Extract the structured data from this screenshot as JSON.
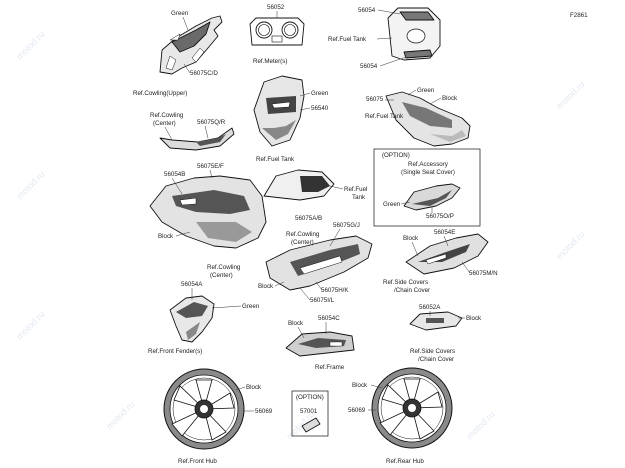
{
  "figure": {
    "code": "F2861",
    "watermark_text": "motod.ru"
  },
  "part_numbers": {
    "p56052": "56052",
    "p56054_top": "56054",
    "p56054_bottom": "56054",
    "p56075c_d": "56075C/D",
    "p56075q_r": "56075Q/R",
    "p56540": "56540",
    "p56075": "56075",
    "p56075e_f": "56075E/F",
    "p56054b": "56054B",
    "p56075a_b": "56075A/B",
    "p56075g_j": "56075G/J",
    "p56075h_k": "56075H/K",
    "p56075i_l": "56075I/L",
    "p56054e": "56054E",
    "p56075m_n": "56075M/N",
    "p56075o_p": "56075O/P",
    "p56054a": "56054A",
    "p56054c": "56054C",
    "p56052a": "56052A",
    "p56069_front": "56069",
    "p56069_rear": "56069",
    "p57001": "57001"
  },
  "color_labels": {
    "green_cowling": "Green",
    "green_fuel_tank": "Green",
    "green_side": "Green",
    "black_side": "Block",
    "green_seat_cover": "Green",
    "black_cowling_center": "Block",
    "black_center_cowling": "Block",
    "black_side_cover": "Block",
    "green_fender": "Green",
    "black_frame": "Block",
    "black_chain_cover": "Block",
    "black_front_wheel": "Block",
    "black_rear_wheel": "Block"
  },
  "ref_labels": {
    "cowling_upper": "Ref.Cowling(Upper)",
    "meters": "Ref.Meter(s)",
    "fuel_tank_top": "Ref.Fuel Tank",
    "cowling_center_1": "Ref.Cowling",
    "cowling_center_2": "(Center)",
    "fuel_tank_mid": "Ref.Fuel Tank",
    "fuel_tank_right": "Ref.Fuel Tank",
    "fuel_tank_small_1": "Ref.Fuel",
    "fuel_tank_small_2": "Tank",
    "cowling_center_left_1": "Ref.Cowling",
    "cowling_center_left_2": "(Center)",
    "cowling_center_mid_1": "Ref.Cowling",
    "cowling_center_mid_2": "(Center)",
    "side_covers_1": "Ref.Side Covers",
    "side_covers_2": "/Chain Cover",
    "front_fenders": "Ref.Front Fender(s)",
    "frame": "Ref.Frame",
    "side_covers_lower_1": "Ref.Side Covers",
    "side_covers_lower_2": "/Chain Cover",
    "front_hub": "Ref.Front Hub",
    "rear_hub": "Ref.Rear Hub"
  },
  "option_boxes": {
    "seat_option_title": "(OPTION)",
    "seat_accessory_1": "Ref.Accessory",
    "seat_accessory_2": "(Single Seat Cover)",
    "tool_option_title": "(OPTION)"
  },
  "colors": {
    "line": "#111111",
    "label": "#222222",
    "watermark": "#c9d3e6"
  }
}
